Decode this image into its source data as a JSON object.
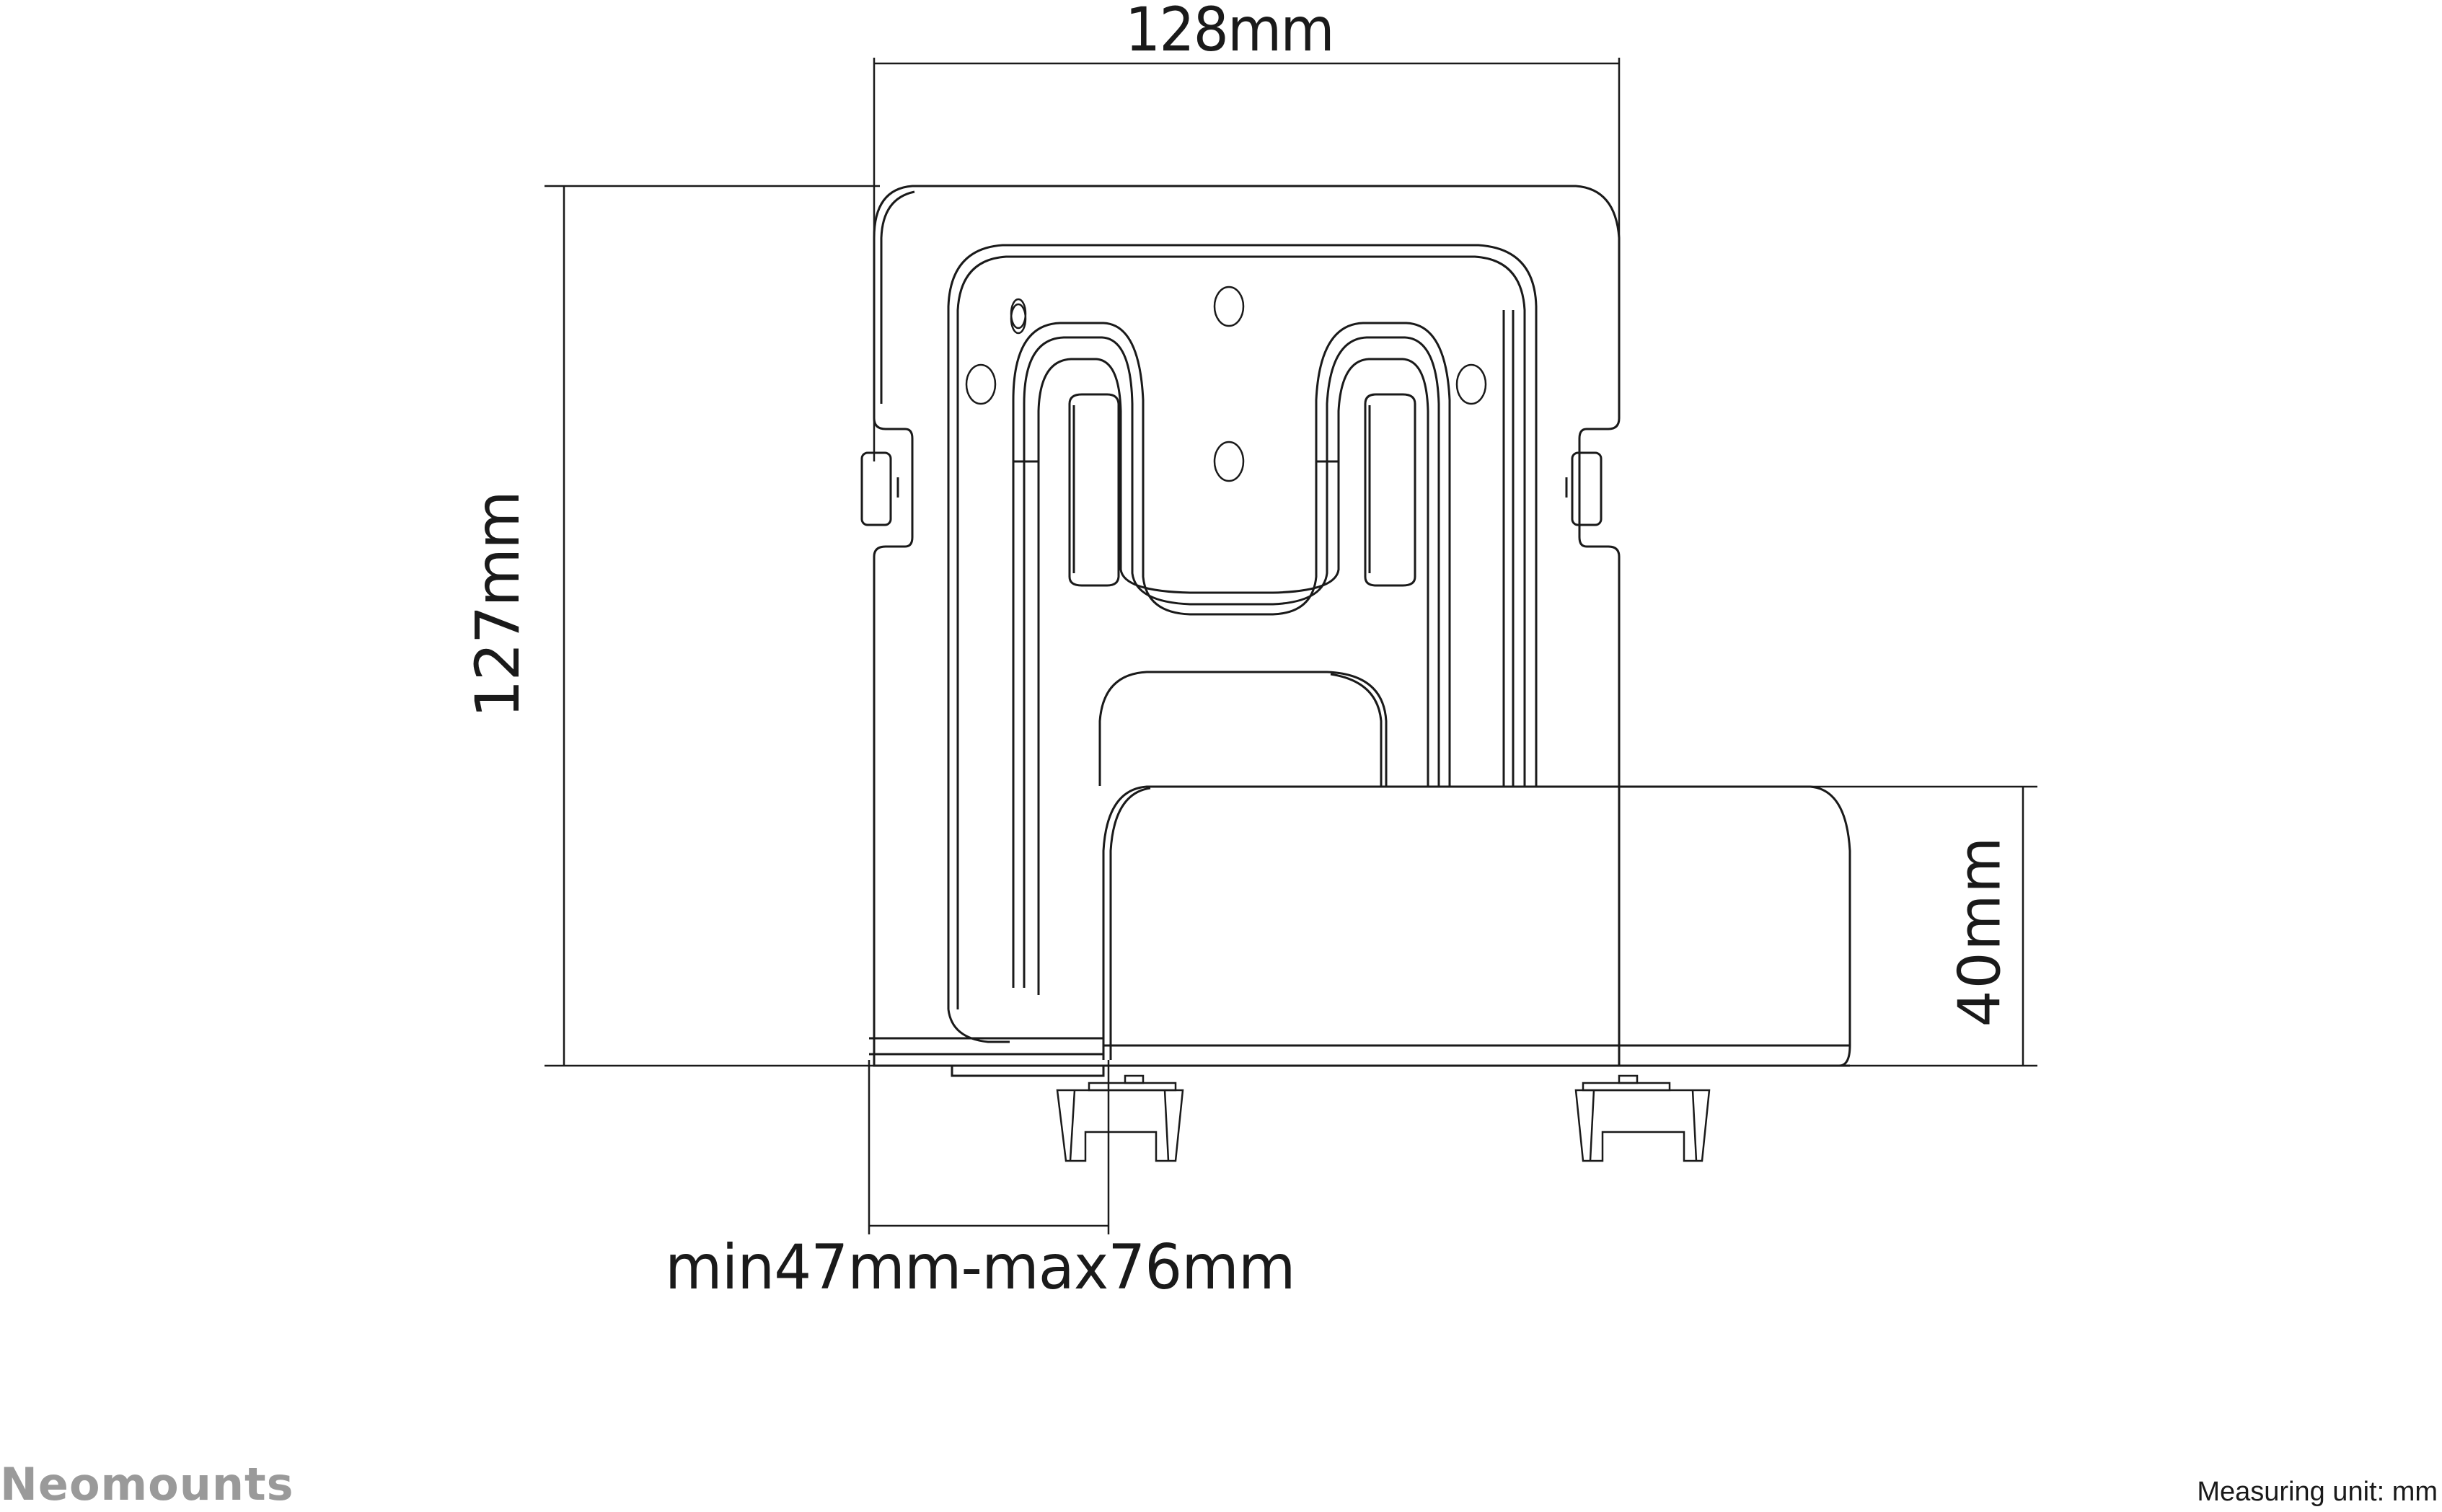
{
  "diagram": {
    "type": "technical-dimension-drawing",
    "subject": "wall-mount bracket with holder",
    "dimensions": {
      "width": "128mm",
      "height": "127mm",
      "box_height": "40mm",
      "depth_range": "min47mm-max76mm"
    },
    "colors": {
      "line": "#1a1a1a",
      "logo": "#9a9a9a",
      "background": "#ffffff"
    }
  },
  "footer": {
    "brand": "Neomounts",
    "unit_note": "Measuring unit: mm"
  }
}
